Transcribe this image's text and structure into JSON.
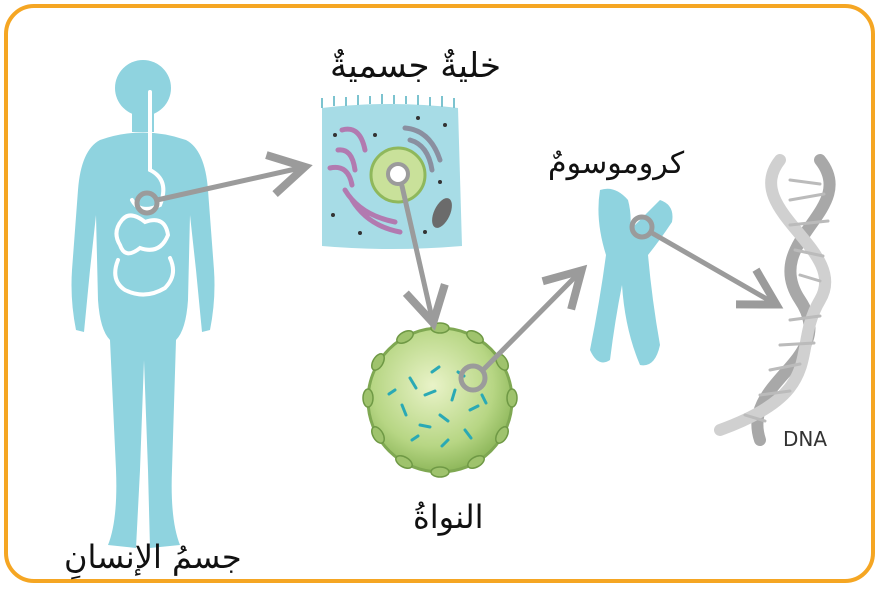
{
  "labels": {
    "somatic_cell": "خليةٌ جسميةٌ",
    "chromosome": "كروموسومٌ",
    "nucleus": "النواةُ",
    "human_body": "جسمُ الإنسانِ",
    "dna": "DNA"
  },
  "colors": {
    "frame": "#f5a623",
    "body": "#8fd3df",
    "cell_bg": "#a7dce6",
    "nucleus_fill": "#b9d98a",
    "arrow": "#9b9b9b",
    "dna": "#b0b0b0"
  },
  "icons": [
    "human-body-figure",
    "cell-illustration",
    "nucleus-illustration",
    "chromosome-figure",
    "dna-helix"
  ]
}
